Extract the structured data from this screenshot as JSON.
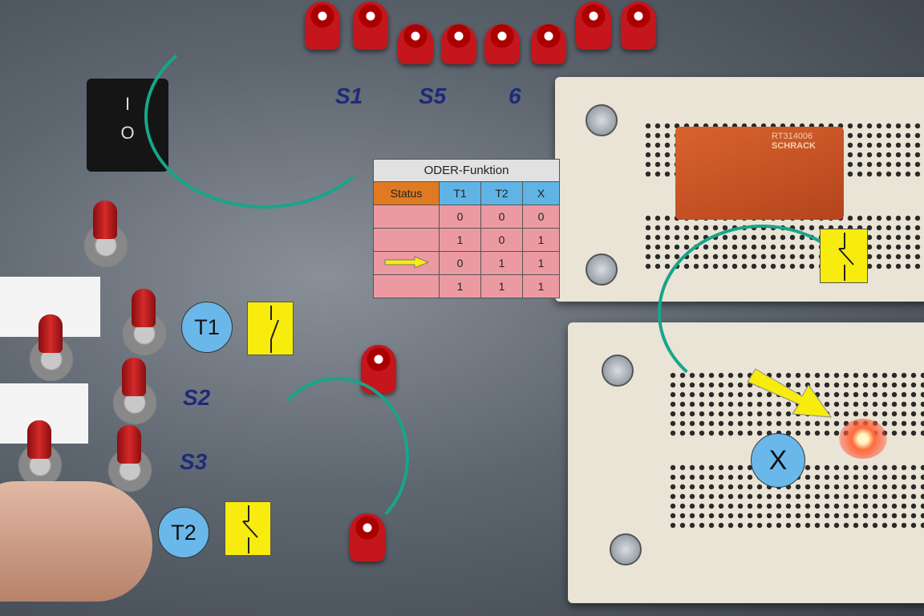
{
  "truth_table": {
    "title": "ODER-Funktion",
    "headers": [
      "Status",
      "T1",
      "T2",
      "X"
    ],
    "rows": [
      {
        "status_arrow": false,
        "T1": "0",
        "T2": "0",
        "X": "0"
      },
      {
        "status_arrow": false,
        "T1": "1",
        "T2": "0",
        "X": "1"
      },
      {
        "status_arrow": true,
        "T1": "0",
        "T2": "1",
        "X": "1"
      },
      {
        "status_arrow": false,
        "T1": "1",
        "T2": "1",
        "X": "1"
      }
    ]
  },
  "annotations": {
    "t1_label": "T1",
    "t2_label": "T2",
    "x_label": "X"
  },
  "photo_labels": {
    "s1": "S1",
    "s5": "S5",
    "six": "6",
    "s2": "S2",
    "s3": "S3",
    "rocker_on": "I",
    "rocker_off": "O",
    "relay_model": "RT314006",
    "relay_brand": "SCHRACK"
  },
  "colors": {
    "status_header": "#e07a22",
    "column_header": "#5fb4e5",
    "cell": "#ec9aa2",
    "annotation_yellow": "#f7ec0d",
    "circle_blue": "#6ab8ea"
  }
}
